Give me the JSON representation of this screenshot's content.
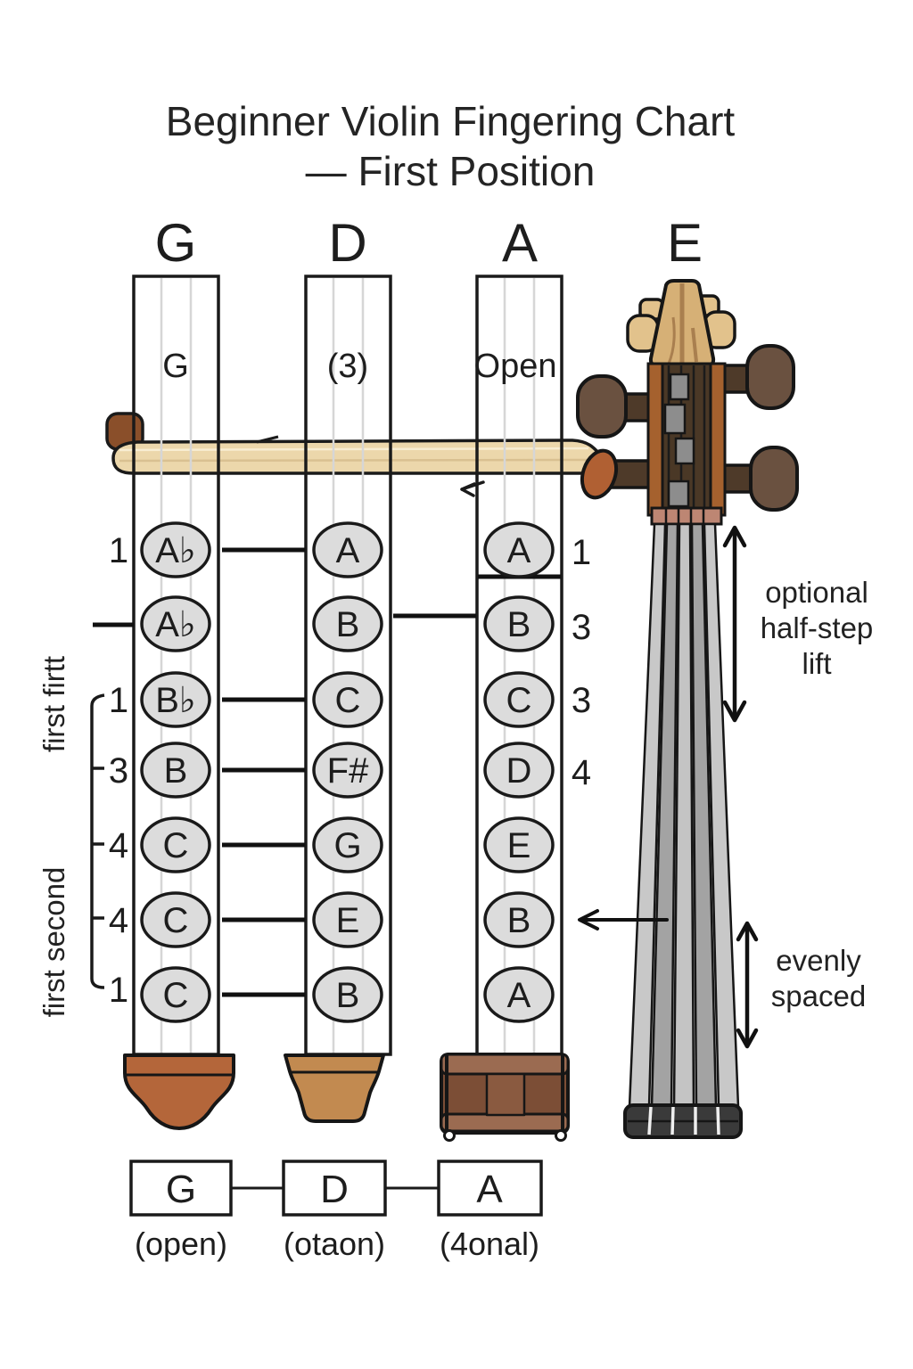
{
  "title": {
    "line1": "Beginner Violin Fingering Chart",
    "line2": "— First Position"
  },
  "headers": {
    "g": "G",
    "d": "D",
    "a": "A",
    "e": "E"
  },
  "columns": {
    "g": {
      "top_label": "G",
      "notes": [
        "A♭",
        "A♭",
        "B♭",
        "B",
        "C",
        "C",
        "C"
      ]
    },
    "d": {
      "top_label": "(3)",
      "notes": [
        "A",
        "B",
        "C",
        "F#",
        "G",
        "E",
        "B"
      ]
    },
    "a": {
      "top_label": "Open",
      "notes": [
        "A",
        "B",
        "C",
        "D",
        "E",
        "B",
        "A"
      ]
    }
  },
  "finger_numbers": {
    "left": [
      "1",
      "1",
      "3",
      "4",
      "4",
      "1"
    ],
    "right": [
      "1",
      "3",
      "3",
      "4"
    ]
  },
  "side_labels": {
    "upper": "first firtt",
    "lower": "first second"
  },
  "annotations": {
    "half_step": {
      "line1": "optional",
      "line2": "half-step",
      "line3": "lift"
    },
    "evenly": {
      "line1": "evenly",
      "line2": "spaced"
    }
  },
  "legend": {
    "items": [
      {
        "label": "G",
        "sublabel": "(open)"
      },
      {
        "label": "D",
        "sublabel": "(otaon)"
      },
      {
        "label": "A",
        "sublabel": "(4onal)"
      }
    ]
  },
  "colors": {
    "outline": "#1a1a1a",
    "neck": "#ecd7ab",
    "neck_knob": "#8a4f2a",
    "scroll": "#d6b076",
    "scroll_ear": "#e2c28c",
    "pegbox_rail": "#a5612e",
    "pegbox_center": "#4a3826",
    "peg": "#6a5140",
    "peg_orange": "#b06033",
    "nut": "#bd8673",
    "fingerboard_light": "#c8c8c8",
    "fingerboard_dark": "#a3a3a3",
    "end_block": "#3a3a3a",
    "oval_fill": "#dcdcdc",
    "foot_g": "#b4663a",
    "foot_d": "#c28a50",
    "foot_a": "#7c4e36",
    "foot_a_band": "#9b6b51"
  }
}
